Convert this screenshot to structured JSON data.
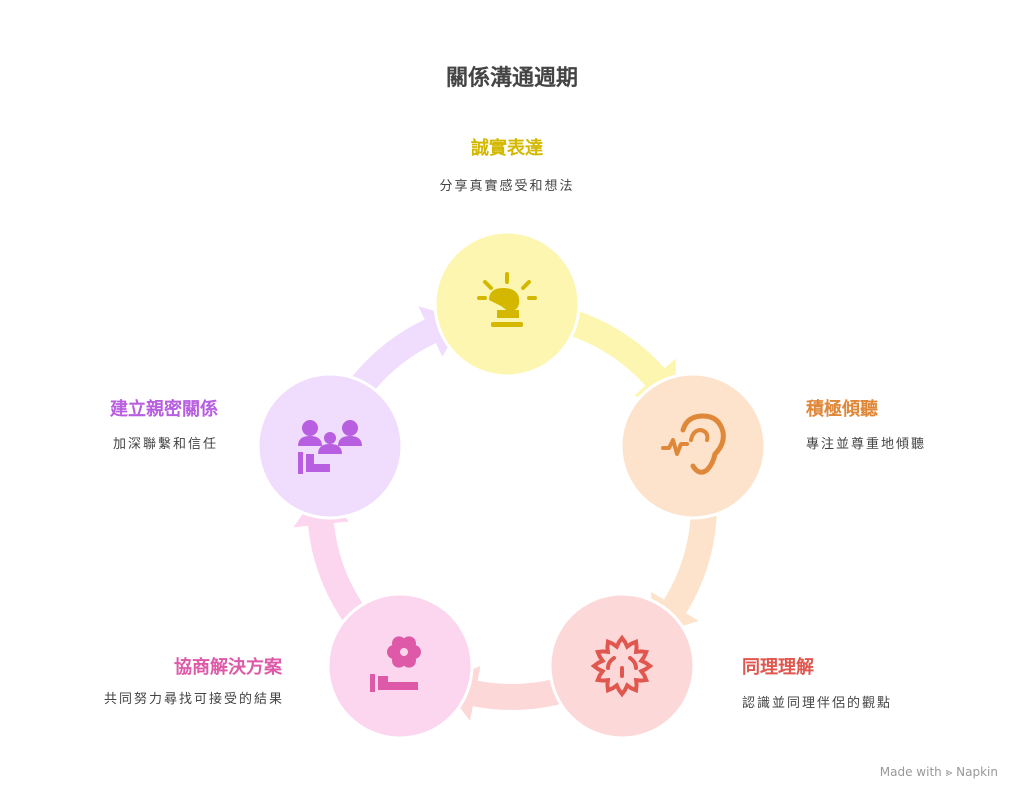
{
  "title": "關係溝通週期",
  "steps": [
    {
      "label": "誠實表達",
      "desc": "分享真實感受和想法",
      "icon": "speaking-head-icon",
      "color": "#d4b800",
      "fill": "#fdf6b0"
    },
    {
      "label": "積極傾聽",
      "desc": "專注並尊重地傾聽",
      "icon": "ear-icon",
      "color": "#e0883a",
      "fill": "#fde3cb"
    },
    {
      "label": "同理理解",
      "desc": "認識並同理伴侶的觀點",
      "icon": "brain-icon",
      "color": "#e0574f",
      "fill": "#fdd8d8"
    },
    {
      "label": "協商解決方案",
      "desc": "共同努力尋找可接受的結果",
      "icon": "flower-hand-icon",
      "color": "#de5aa8",
      "fill": "#fcd5ee"
    },
    {
      "label": "建立親密關係",
      "desc": "加深聯繫和信任",
      "icon": "group-icon",
      "color": "#b85ee0",
      "fill": "#f0dcfc"
    }
  ],
  "footer": "Made with ⪢ Napkin"
}
